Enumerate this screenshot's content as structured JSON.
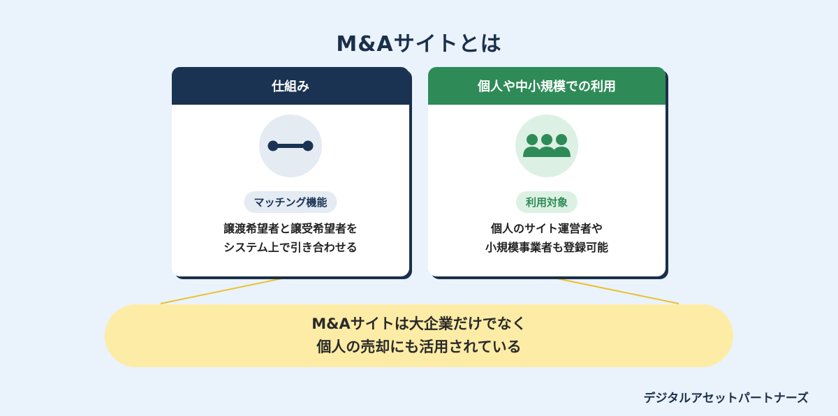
{
  "title": "M&Aサイトとは",
  "cards": [
    {
      "header": "仕組み",
      "icon": "connection-icon",
      "tag": "マッチング機能",
      "lines": [
        "譲渡希望者と譲受希望者を",
        "システム上で引き合わせる"
      ]
    },
    {
      "header": "個人や中小規模での利用",
      "icon": "people-group-icon",
      "tag": "利用対象",
      "lines": [
        "個人のサイト運営者や",
        "小規模事業者も登録可能"
      ]
    }
  ],
  "summary": {
    "lines": [
      "M&Aサイトは大企業だけでなく",
      "個人の売却にも活用されている"
    ]
  },
  "brand": "デジタルアセットパートナーズ",
  "colors": {
    "background": "#eaf2fb",
    "navy": "#1a3352",
    "green": "#2e8b57",
    "bubble": "#fdeca6",
    "connector": "#e8c230"
  }
}
